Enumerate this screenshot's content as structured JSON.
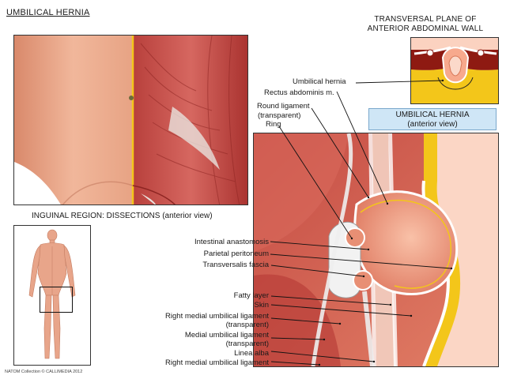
{
  "titles": {
    "main": "UMBILICAL HERNIA",
    "plane_line1": "TRANSVERSAL PLANE OF",
    "plane_line2": "ANTERIOR ABDOMINAL WALL",
    "panel_line1": "UMBILICAL HERNIA",
    "panel_line2": "(anterior view)",
    "inguinal": "INGUINAL REGION: DISSECTIONS (anterior view)",
    "copyright": "NATOM Collection © CALLIMEDIA 2012"
  },
  "labels": {
    "umbilical_hernia": "Umbilical hernia",
    "rectus_abdominis": "Rectus abdominis m.",
    "round_ligament_1": "Round ligament",
    "round_ligament_2": "(transparent)",
    "ring": "Ring",
    "intestinal_anastomosis": "Intestinal anastomosis",
    "parietal_peritoneum": "Parietal peritoneum",
    "transversalis_fascia": "Transversalis fascia",
    "fatty_layer": "Fatty layer",
    "skin": "Skin",
    "right_medial_umb_lig_t1": "Right medial umbilical ligament",
    "right_medial_umb_lig_t2": "(transparent)",
    "medial_umb_lig_1": "Medial umbilical ligament",
    "medial_umb_lig_2": "(transparent)",
    "linea_alba": "Linea alba",
    "right_medial_umb_lig": "Right medial umbilical ligament"
  },
  "colors": {
    "skin": "#e9a98a",
    "muscle": "#c9504a",
    "fat": "#f3c61a",
    "peritoneum": "#f4a788",
    "outline": "#222222"
  }
}
